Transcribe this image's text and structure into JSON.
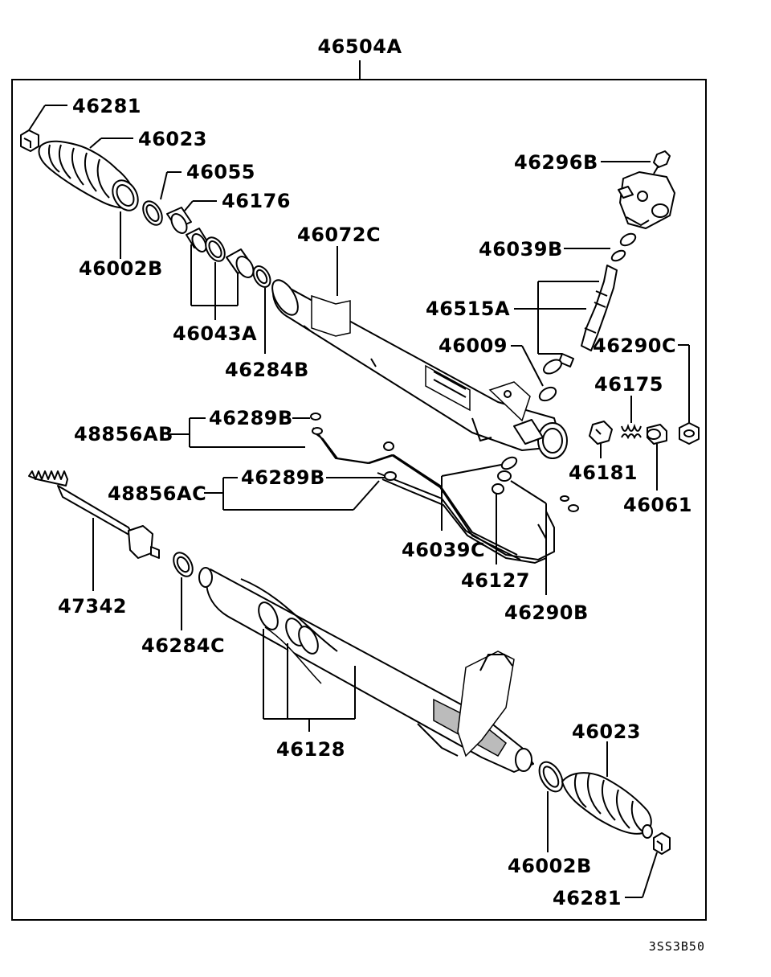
{
  "diagram": {
    "assembly_label": "46504A",
    "footer_code": "3SS3B50",
    "labels": {
      "l46281_top": "46281",
      "l46023_top": "46023",
      "l46055": "46055",
      "l46176": "46176",
      "l46002B_top": "46002B",
      "l46043A": "46043A",
      "l46284B": "46284B",
      "l46072C": "46072C",
      "l46296B": "46296B",
      "l46039B": "46039B",
      "l46515A": "46515A",
      "l46009": "46009",
      "l46290C": "46290C",
      "l46175": "46175",
      "l46181": "46181",
      "l46061": "46061",
      "l48856AB": "48856AB",
      "l46289B_a": "46289B",
      "l48856AC": "48856AC",
      "l46289B_b": "46289B",
      "l46039C": "46039C",
      "l46127": "46127",
      "l46290B": "46290B",
      "l47342": "47342",
      "l46284C": "46284C",
      "l46128": "46128",
      "l46023_bot": "46023",
      "l46002B_bot": "46002B",
      "l46281_bot": "46281"
    }
  }
}
